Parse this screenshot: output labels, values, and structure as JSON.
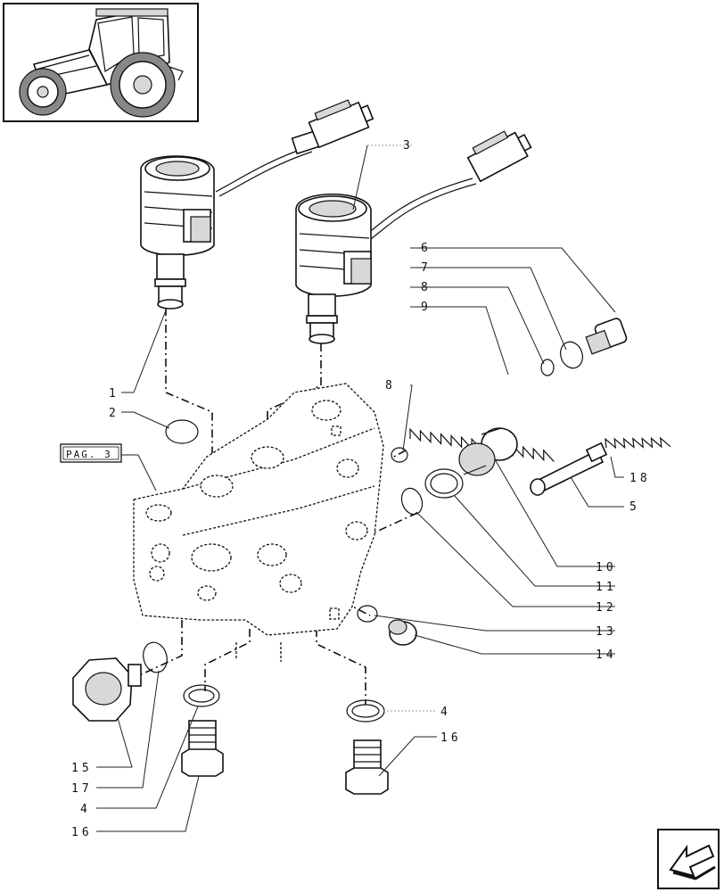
{
  "callouts": {
    "c1": "1",
    "c2": "2",
    "c3": "3",
    "c4a": "4",
    "c4b": "4",
    "c5": "5",
    "c6": "6",
    "c7": "7",
    "c8a": "8",
    "c8b": "8",
    "c9": "9",
    "c10": "10",
    "c11": "11",
    "c12": "12",
    "c13": "13",
    "c14": "14",
    "c15": "15",
    "c16a": "16",
    "c16b": "16",
    "c17": "17",
    "c18": "18"
  },
  "page_ref": "PAG. 3",
  "icons": {
    "thumbnail": "tractor-icon",
    "nav": "arrow-back-icon"
  }
}
